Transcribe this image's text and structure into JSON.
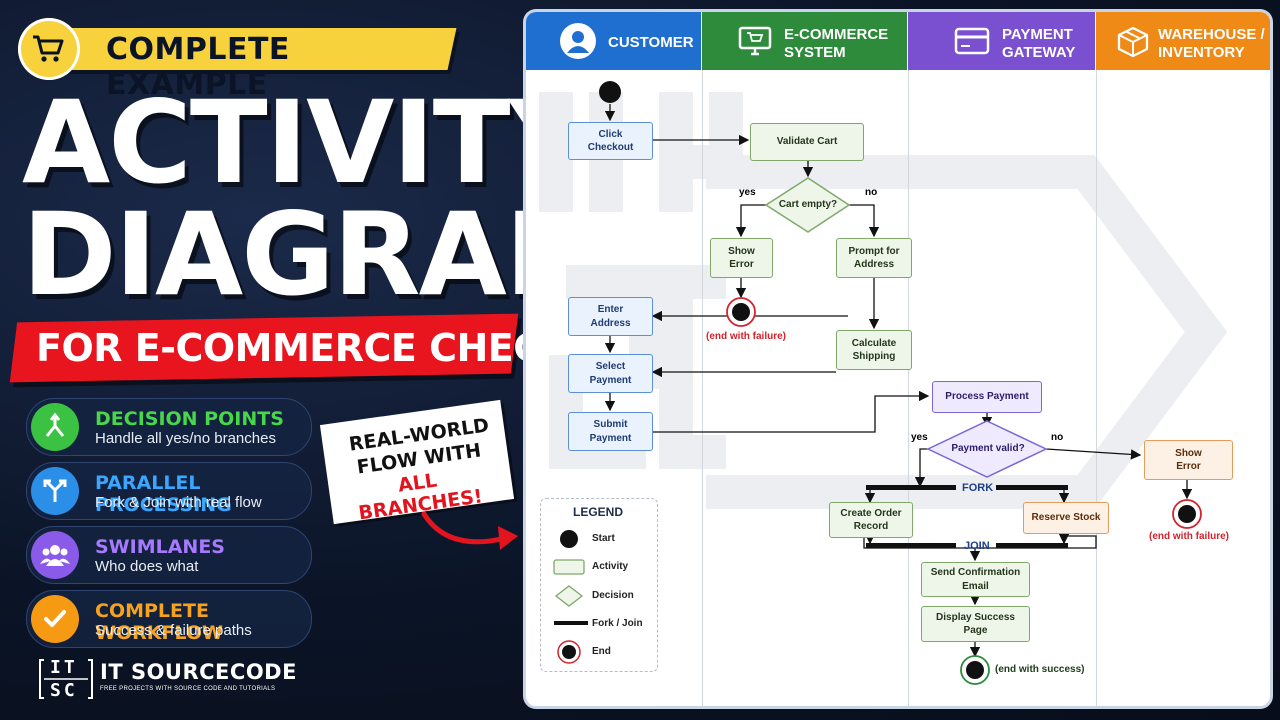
{
  "left": {
    "badge": "COMPLETE EXAMPLE",
    "title_line1": "ACTIVITY",
    "title_line2": "DIAGRAM",
    "subtitle": "FOR E-COMMERCE CHECKOUT",
    "features": [
      {
        "title": "DECISION POINTS",
        "subtitle": "Handle all yes/no branches",
        "color": "#48d64a",
        "icon": "branch-icon"
      },
      {
        "title": "PARALLEL PROCESSING",
        "subtitle": "Fork & Join with real flow",
        "color": "#39a7ff",
        "icon": "fork-icon"
      },
      {
        "title": "SWIMLANES",
        "subtitle": "Who does what",
        "color": "#9b6cf2",
        "icon": "users-icon"
      },
      {
        "title": "COMPLETE WORKFLOW",
        "subtitle": "Success & failure paths",
        "color": "#f7a21c",
        "icon": "check-icon"
      }
    ],
    "callout": {
      "line1": "REAL-WORLD",
      "line2": "FLOW WITH",
      "line3": "ALL BRANCHES!"
    },
    "logo_mark_top": "IT",
    "logo_mark_bottom": "SC",
    "logo_name": "IT SOURCECODE",
    "logo_tagline": "FREE PROJECTS WITH SOURCE CODE AND TUTORIALS"
  },
  "diagram": {
    "lanes": [
      {
        "line1": "CUSTOMER",
        "line2": "",
        "color": "#1f6fd1",
        "icon": "user-icon"
      },
      {
        "line1": "E-COMMERCE",
        "line2": "SYSTEM",
        "color": "#2e8b3c",
        "icon": "monitor-cart-icon"
      },
      {
        "line1": "PAYMENT",
        "line2": "GATEWAY",
        "color": "#7a4fd0",
        "icon": "credit-card-icon"
      },
      {
        "line1": "WAREHOUSE /",
        "line2": "INVENTORY",
        "color": "#f08a16",
        "icon": "box-icon"
      }
    ],
    "nodes": {
      "click_checkout": {
        "line1": "Click",
        "line2": "Checkout"
      },
      "validate_cart": {
        "line1": "Validate Cart",
        "line2": ""
      },
      "cart_empty": "Cart empty?",
      "show_error_1": {
        "line1": "Show",
        "line2": "Error"
      },
      "prompt_address": {
        "line1": "Prompt for",
        "line2": "Address"
      },
      "enter_address": {
        "line1": "Enter",
        "line2": "Address"
      },
      "calculate_shipping": {
        "line1": "Calculate",
        "line2": "Shipping"
      },
      "select_payment": {
        "line1": "Select",
        "line2": "Payment"
      },
      "submit_payment": {
        "line1": "Submit",
        "line2": "Payment"
      },
      "process_payment": {
        "line1": "Process Payment",
        "line2": ""
      },
      "payment_valid": "Payment valid?",
      "show_error_2": {
        "line1": "Show",
        "line2": "Error"
      },
      "create_order": {
        "line1": "Create Order",
        "line2": "Record"
      },
      "reserve_stock": {
        "line1": "Reserve Stock",
        "line2": ""
      },
      "send_email": {
        "line1": "Send Confirmation",
        "line2": "Email"
      },
      "display_success": {
        "line1": "Display Success",
        "line2": "Page"
      }
    },
    "labels": {
      "yes1": "yes",
      "no1": "no",
      "yes2": "yes",
      "no2": "no",
      "fork": "FORK",
      "join": "JOIN",
      "end_failure_1": "(end with failure)",
      "end_failure_2": "(end with failure)",
      "end_success": "(end with success)"
    },
    "legend": {
      "title": "LEGEND",
      "start": "Start",
      "activity": "Activity",
      "decision": "Decision",
      "forkjoin": "Fork / Join",
      "end": "End"
    }
  }
}
